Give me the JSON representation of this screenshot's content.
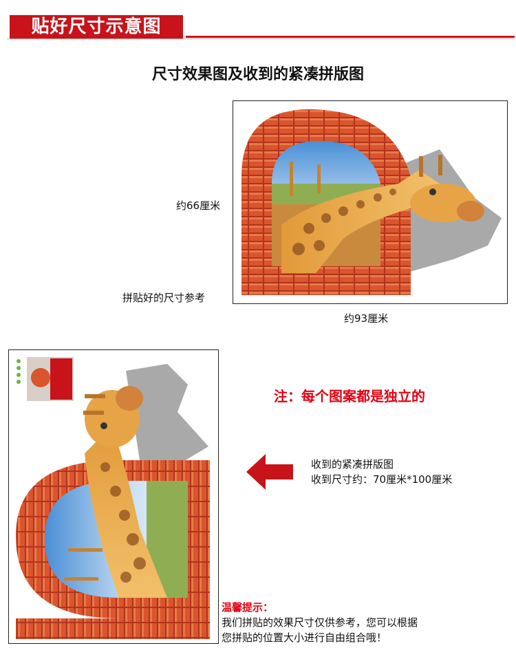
{
  "header": {
    "title": "贴好尺寸示意图",
    "accent_color": "#c8131a"
  },
  "section": {
    "title": "尺寸效果图及收到的紧凑拼版图"
  },
  "dimensions": {
    "height_label": "约66厘米",
    "width_label": "约93厘米",
    "reference_label": "拼贴好的尺寸参考"
  },
  "note": {
    "text": "注：每个图案都是独立的",
    "color": "#e60012"
  },
  "received": {
    "line1": "收到的紧凑拼版图",
    "line2": "收到尺寸约：70厘米*100厘米",
    "arrow_icon": "arrow-left-icon"
  },
  "tips": {
    "title": "温馨提示：",
    "line1": "我们拼贴的效果尺寸仅供参考，您可以根据",
    "line2": "您拼贴的位置大小进行自由组合哦！"
  }
}
